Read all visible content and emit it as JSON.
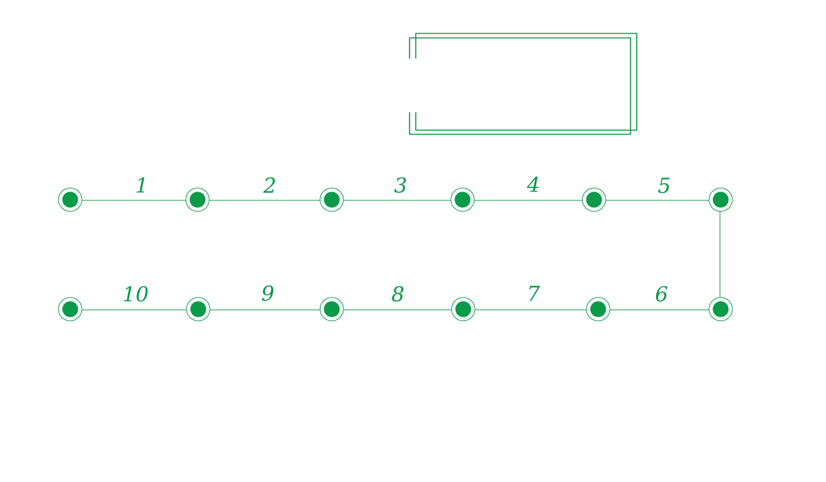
{
  "colors": {
    "accent": "#0a9a48",
    "background": "#ffffff"
  },
  "frame": {
    "icon": "double-bracket-frame"
  },
  "timeline": {
    "top_row_labels": [
      "1",
      "2",
      "3",
      "4",
      "5"
    ],
    "bottom_row_labels": [
      "10",
      "9",
      "8",
      "7",
      "6"
    ]
  }
}
